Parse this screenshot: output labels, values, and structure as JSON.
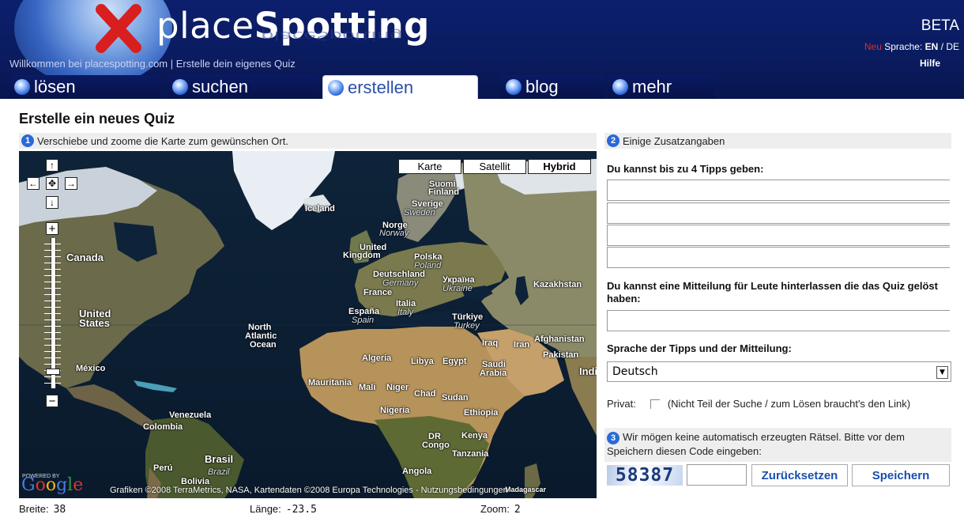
{
  "header": {
    "logo_light": "place",
    "logo_bold": "Spotting",
    "logo_reflection": "placeSpotting",
    "beta": "BETA",
    "lang_new": "Neu",
    "lang_label": "Sprache:",
    "lang_en": "EN",
    "lang_sep": "/",
    "lang_de": "DE",
    "welcome": "Willkommen bei placespotting.com | Erstelle dein eigenes Quiz",
    "help": "Hilfe"
  },
  "tabs": [
    {
      "label": "lösen",
      "active": false
    },
    {
      "label": "suchen",
      "active": false
    },
    {
      "label": "erstellen",
      "active": true
    },
    {
      "label": "blog",
      "active": false
    },
    {
      "label": "mehr",
      "active": false
    }
  ],
  "page_title": "Erstelle ein neues Quiz",
  "step1": {
    "number": "1",
    "text": "Verschiebe und zoome die Karte zum gewünschen Ort."
  },
  "map": {
    "types": [
      "Karte",
      "Satellit",
      "Hybrid"
    ],
    "selected_type": "Hybrid",
    "labels": [
      "Suomi",
      "Finland",
      "Sverige",
      "Sweden",
      "Iceland",
      "Norge",
      "Norway",
      "United",
      "Kingdom",
      "Polska",
      "Poland",
      "Deutschland",
      "Germany",
      "Україна",
      "Ukraine",
      "France",
      "Kazakhstan",
      "Canada",
      "Italia",
      "Italy",
      "España",
      "Spain",
      "Türkiye",
      "Turkey",
      "United",
      "States",
      "North",
      "Atlantic",
      "Ocean",
      "Iraq",
      "Iran",
      "Afghanistan",
      "Pakistan",
      "Algeria",
      "Libya",
      "Egypt",
      "Saudi",
      "Arabia",
      "Indi",
      "México",
      "Mauritania",
      "Mali",
      "Niger",
      "Chad",
      "Sudan",
      "Nigeria",
      "Ethiopia",
      "Venezuela",
      "Colombia",
      "DR",
      "Congo",
      "Kenya",
      "Tanzania",
      "Brasil",
      "Brazil",
      "Perú",
      "Bolivia",
      "Angola",
      "Madagascar"
    ],
    "powered_by": "POWERED BY",
    "google": [
      "G",
      "o",
      "o",
      "g",
      "l",
      "e"
    ],
    "credits": "Grafiken ©2008 TerraMetrics, NASA, Kartendaten ©2008 Europa Technologies - Nutzungsbedingungen",
    "pan_up": "↑",
    "pan_left": "←",
    "pan_center": "✥",
    "pan_right": "→",
    "pan_down": "↓",
    "zoom_in": "+",
    "zoom_out": "−",
    "zoom_level_fraction": 0.11
  },
  "coords": {
    "lat_label": "Breite:",
    "lat_value": "38",
    "lng_label": "Länge:",
    "lng_value": "-23.5",
    "zoom_label": "Zoom:",
    "zoom_value": "2"
  },
  "step2": {
    "number": "2",
    "text": "Einige Zusatzangaben",
    "tips_label": "Du kannst bis zu 4 Tipps geben:",
    "message_label": "Du kannst eine Mitteilung für Leute hinterlassen die das Quiz gelöst haben:",
    "language_label": "Sprache der Tipps und der Mitteilung:",
    "language_value": "Deutsch",
    "private_label": "Privat:",
    "private_note": "(Nicht Teil der Suche / zum Lösen braucht's den Link)"
  },
  "step3": {
    "number": "3",
    "text": "Wir mögen keine automatisch erzeugten Rätsel. Bitte vor dem Speichern diesen Code eingeben:",
    "captcha": "58387",
    "reset_button": "Zurücksetzen",
    "save_button": "Speichern"
  },
  "colors": {
    "header_bg": "#0a1b5e",
    "accent_blue": "#1a4fb0",
    "red": "#e32b2b"
  }
}
